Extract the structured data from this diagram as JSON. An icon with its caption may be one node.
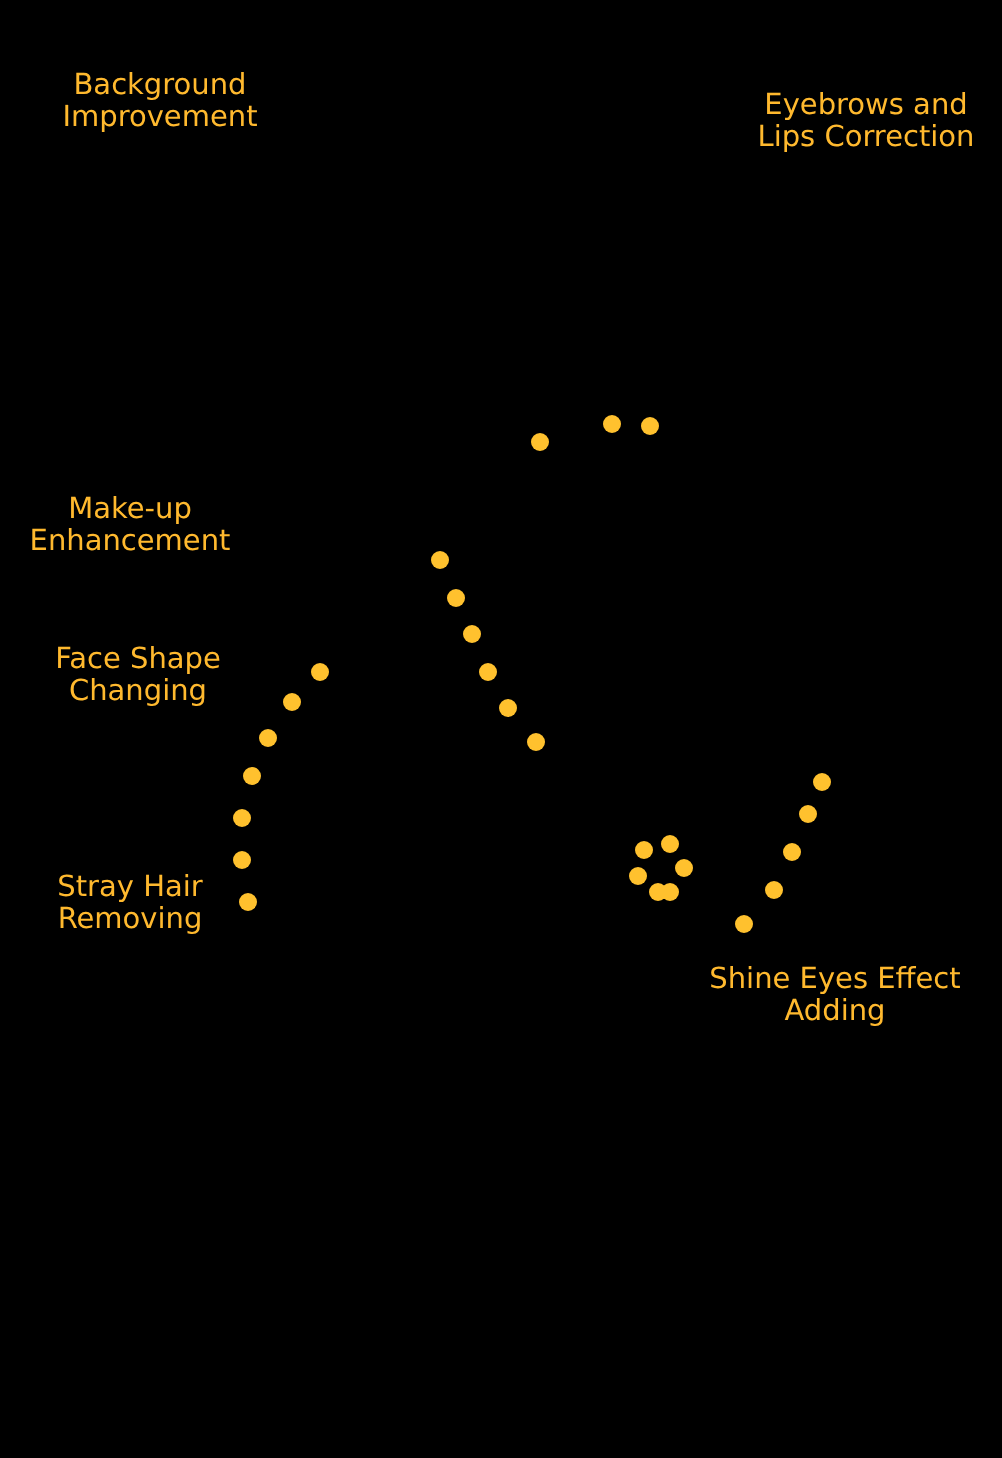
{
  "diagram": {
    "labels": [
      "Background Improvement",
      "Eyebrows and Lips Correction",
      "Make-up Enhancement",
      "Face Shape Changing",
      "Stray Hair Removing",
      "Shine Eyes Effect Adding"
    ]
  }
}
